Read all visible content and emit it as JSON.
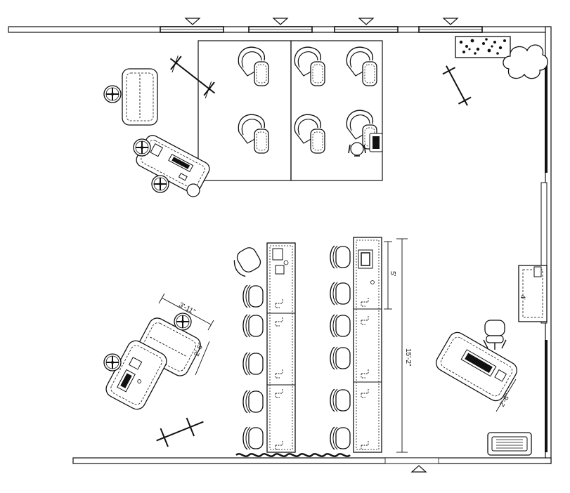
{
  "dimensions": {
    "bench_length": "15'-2\"",
    "bench_module": "5'",
    "table_width": "3'-11\"",
    "table_depth": "2'-6\"",
    "desk_depth": "2'-6\"",
    "storage_depth": "4'"
  },
  "colors": {
    "line": "#111111",
    "wall_fill": "#ffffff",
    "hatch": "#000000"
  },
  "icons": {
    "window_marker": "triangle-down-icon",
    "door_marker": "triangle-up-icon",
    "lounge_chair": "lounge-chair-icon",
    "task_chair": "task-chair-icon",
    "stool": "stool-icon",
    "planter": "planter-icon",
    "radiator": "radiator-icon"
  }
}
